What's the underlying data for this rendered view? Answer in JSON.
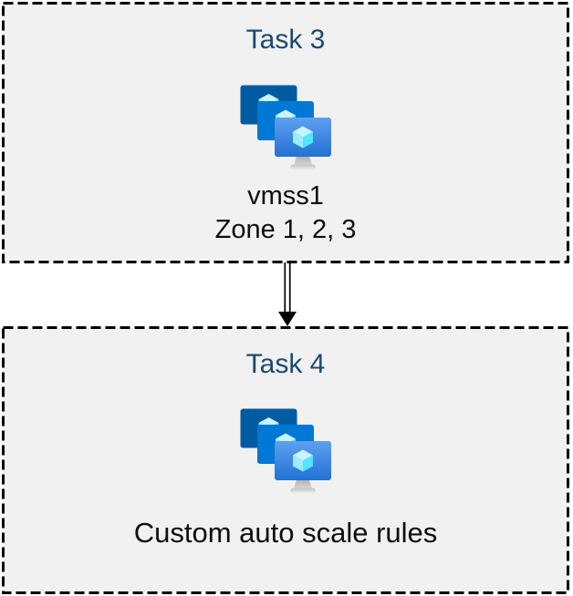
{
  "diagram": {
    "kind": "task-flow",
    "background": "#ffffff"
  },
  "colors": {
    "box_background": "#f1f1f1",
    "box_border": "#000000",
    "title_text": "#1b4a70",
    "label_text": "#0e0e0e",
    "arrow": "#000000",
    "monitor_back": "#005ba1",
    "monitor_middle": "#0078d4",
    "monitor_front_top": "#5ea0ef",
    "monitor_front_bottom": "#2271d3",
    "cube_top_face": "#c9f3ff",
    "cube_left_face": "#9cebff",
    "cube_right_face": "#50e6ff",
    "stand_gray_dark": "#a9a9a9",
    "stand_gray_light": "#f0f0f0"
  },
  "tasks": [
    {
      "title": "Task 3",
      "icon": "vm-scale-sets",
      "labels": [
        "vmss1",
        "Zone 1, 2, 3"
      ]
    },
    {
      "title": "Task 4",
      "icon": "vm-scale-sets",
      "labels": [
        "Custom auto scale rules"
      ]
    }
  ],
  "connector": {
    "type": "double-line-arrow",
    "direction": "down",
    "from": "Task 3",
    "to": "Task 4"
  }
}
